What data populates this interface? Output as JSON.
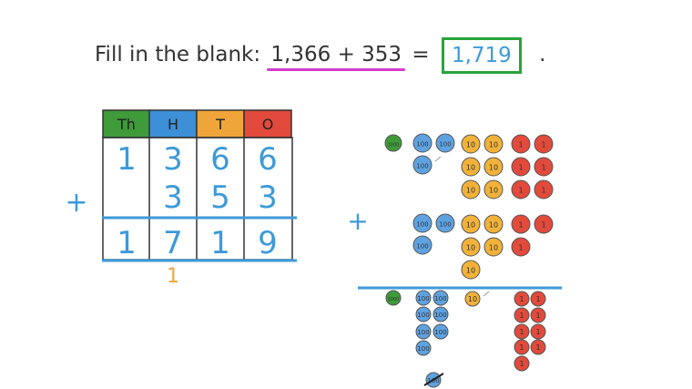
{
  "question": {
    "prefix": "Fill in the blank:",
    "expression": "1,366 + 353",
    "equals": "=",
    "answer": "1,719",
    "period": "."
  },
  "table": {
    "headers": [
      "Th",
      "H",
      "T",
      "O"
    ],
    "header_colors": [
      "#3f9a3a",
      "#3d8fd8",
      "#f0a53a",
      "#e24a3b"
    ],
    "row1": [
      "1",
      "3",
      "6",
      "6"
    ],
    "row2": [
      "",
      "3",
      "5",
      "3"
    ],
    "result": [
      "1",
      "7",
      "1",
      "9"
    ],
    "carry": "1",
    "plus": "+"
  },
  "counters": {
    "plus": "+",
    "labels": {
      "th": "1000",
      "h": "100",
      "t": "10",
      "o": "1"
    }
  }
}
